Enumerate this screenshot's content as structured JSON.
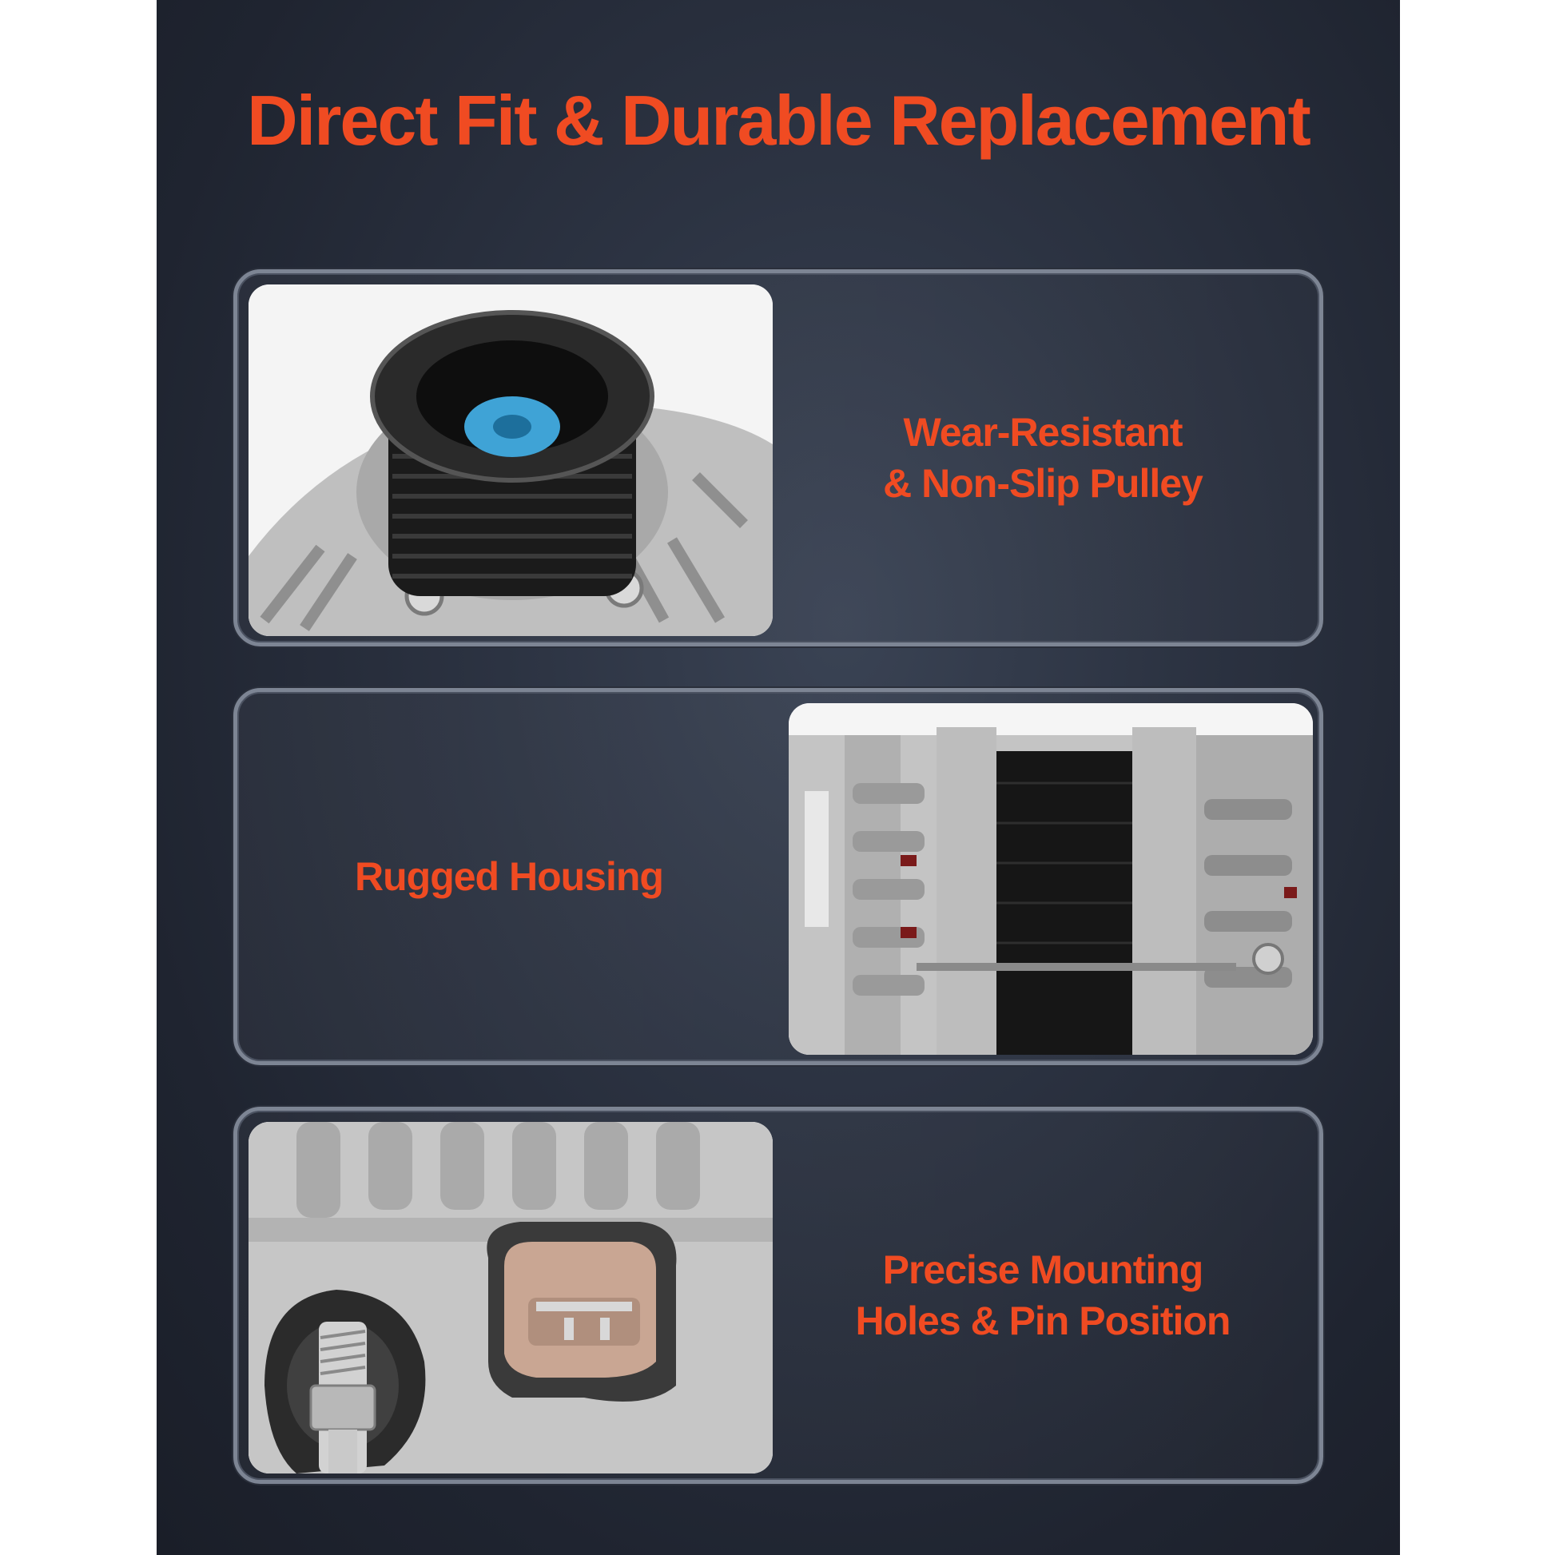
{
  "page": {
    "title": "Direct Fit & Durable Replacement",
    "accent_color": "#f04b22"
  },
  "cards": [
    {
      "lines": [
        "Wear-Resistant",
        "& Non-Slip Pulley"
      ],
      "image_side": "left"
    },
    {
      "lines": [
        "Rugged Housing"
      ],
      "image_side": "right"
    },
    {
      "lines": [
        "Precise Mounting",
        "Holes & Pin Position"
      ],
      "image_side": "left"
    }
  ]
}
